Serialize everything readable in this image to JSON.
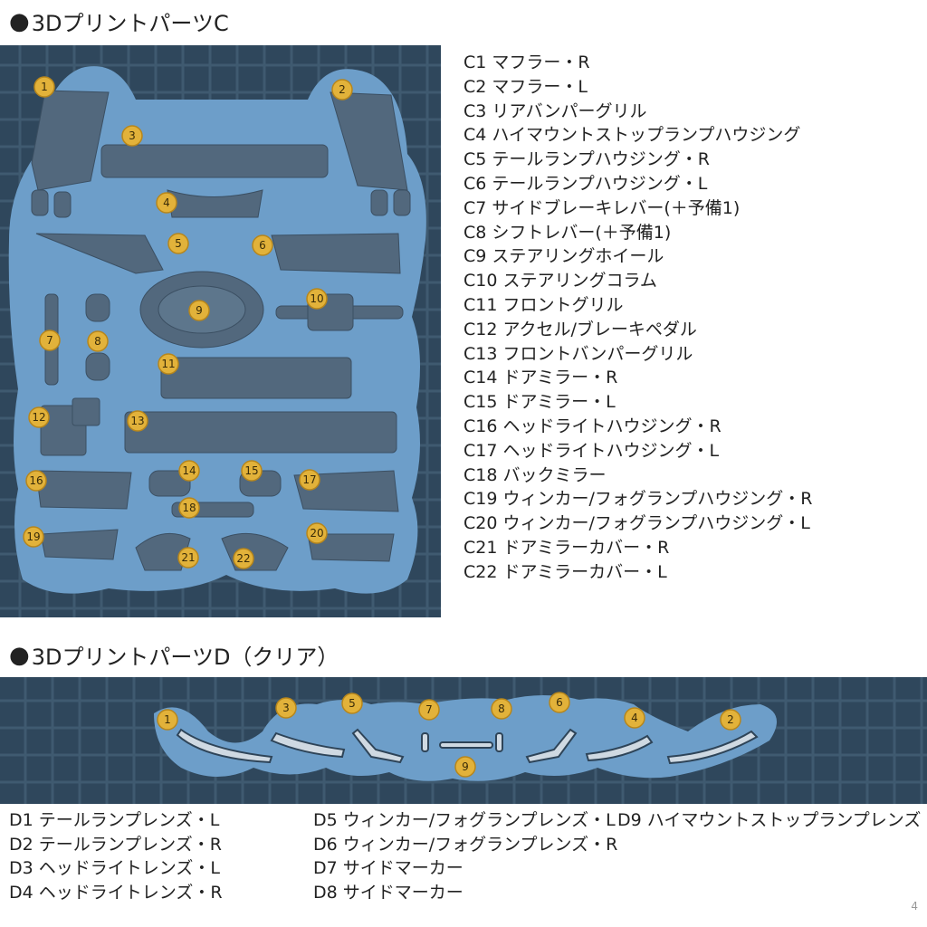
{
  "section_c": {
    "title": "3DプリントパーツC",
    "bullet": "●",
    "badges": [
      "1",
      "2",
      "3",
      "4",
      "5",
      "6",
      "7",
      "8",
      "9",
      "10",
      "11",
      "12",
      "13",
      "14",
      "15",
      "16",
      "17",
      "18",
      "19",
      "20",
      "21",
      "22"
    ],
    "items": [
      {
        "code": "C1",
        "name": "マフラー・R"
      },
      {
        "code": "C2",
        "name": "マフラー・L"
      },
      {
        "code": "C3",
        "name": "リアバンパーグリル"
      },
      {
        "code": "C4",
        "name": "ハイマウントストップランプハウジング"
      },
      {
        "code": "C5",
        "name": "テールランプハウジング・R"
      },
      {
        "code": "C6",
        "name": "テールランプハウジング・L"
      },
      {
        "code": "C7",
        "name": "サイドブレーキレバー(＋予備1)"
      },
      {
        "code": "C8",
        "name": "シフトレバー(＋予備1)"
      },
      {
        "code": "C9",
        "name": "ステアリングホイール"
      },
      {
        "code": "C10",
        "name": "ステアリングコラム"
      },
      {
        "code": "C11",
        "name": "フロントグリル"
      },
      {
        "code": "C12",
        "name": "アクセル/ブレーキペダル"
      },
      {
        "code": "C13",
        "name": "フロントバンパーグリル"
      },
      {
        "code": "C14",
        "name": "ドアミラー・R"
      },
      {
        "code": "C15",
        "name": "ドアミラー・L"
      },
      {
        "code": "C16",
        "name": "ヘッドライトハウジング・R"
      },
      {
        "code": "C17",
        "name": "ヘッドライトハウジング・L"
      },
      {
        "code": "C18",
        "name": "バックミラー"
      },
      {
        "code": "C19",
        "name": "ウィンカー/フォグランプハウジング・R"
      },
      {
        "code": "C20",
        "name": "ウィンカー/フォグランプハウジング・L"
      },
      {
        "code": "C21",
        "name": "ドアミラーカバー・R"
      },
      {
        "code": "C22",
        "name": "ドアミラーカバー・L"
      }
    ]
  },
  "section_d": {
    "title": "3DプリントパーツD（クリア）",
    "bullet": "●",
    "badges": [
      "1",
      "2",
      "3",
      "4",
      "5",
      "6",
      "7",
      "8",
      "9"
    ],
    "items": [
      {
        "code": "D1",
        "name": "テールランプレンズ・L"
      },
      {
        "code": "D2",
        "name": "テールランプレンズ・R"
      },
      {
        "code": "D3",
        "name": "ヘッドライトレンズ・L"
      },
      {
        "code": "D4",
        "name": "ヘッドライトレンズ・R"
      },
      {
        "code": "D5",
        "name": "ウィンカー/フォグランプレンズ・L"
      },
      {
        "code": "D6",
        "name": "ウィンカー/フォグランプレンズ・R"
      },
      {
        "code": "D7",
        "name": "サイドマーカー"
      },
      {
        "code": "D8",
        "name": "サイドマーカー"
      },
      {
        "code": "D9",
        "name": "ハイマウントストップランプレンズ"
      }
    ]
  },
  "page_number": "4",
  "colors": {
    "panel_bg": "#2f475c",
    "grid_line": "#3f5a70",
    "support_blue": "#6d9ec9",
    "part_gray": "#52687d",
    "badge_fill": "#e2b23a"
  }
}
